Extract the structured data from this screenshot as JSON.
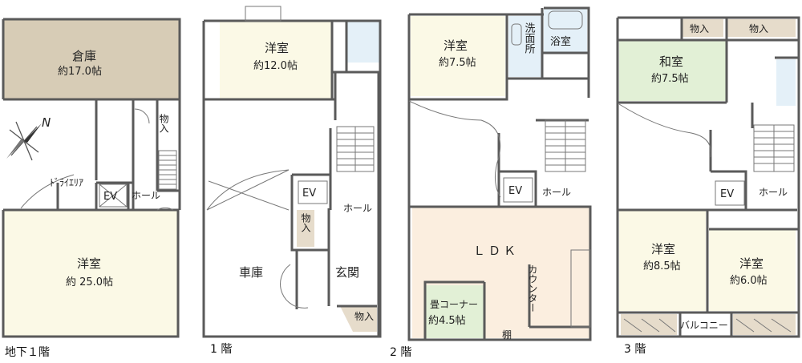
{
  "colors": {
    "storage": "#d7ccb6",
    "western": "#fbf9e6",
    "japanese": "#e2f0d6",
    "ldk": "#fbeedf",
    "wet": "#e4f0f8",
    "closet": "#e6dccb",
    "wall": "#5a5a5a"
  },
  "floors": {
    "b1": {
      "label": "地下１階",
      "storage_name": "倉庫",
      "storage_size": "約17.0帖",
      "closet": "物入",
      "dry_area": "ﾄﾞﾗｲｴﾘｱ",
      "ev": "EV",
      "hall": "ホール",
      "room_name": "洋室",
      "room_size": "約 25.0帖",
      "compass": "N"
    },
    "f1": {
      "label": "1 階",
      "room_name": "洋室",
      "room_size": "約12.0帖",
      "ev": "EV",
      "hall": "ホール",
      "closet": "物入",
      "garage": "車庫",
      "entrance": "玄関",
      "closet2": "物入"
    },
    "f2": {
      "label": "2 階",
      "room_name": "洋室",
      "room_size": "約7.5帖",
      "washroom": "洗面所",
      "bath": "浴室",
      "ev": "EV",
      "hall": "ホール",
      "ldk": "ＬＤＫ",
      "counter": "カウンター",
      "tatami_name": "畳コーナー",
      "tatami_size": "約4.5帖",
      "shelf": "棚"
    },
    "f3": {
      "label": "3 階",
      "closet1": "物入",
      "closet2": "物入",
      "japanese_name": "和室",
      "japanese_size": "約7.5帖",
      "ev": "EV",
      "hall": "ホール",
      "room1_name": "洋室",
      "room1_size": "約8.5帖",
      "room2_name": "洋室",
      "room2_size": "約6.0帖",
      "balcony": "バルコニー"
    }
  }
}
